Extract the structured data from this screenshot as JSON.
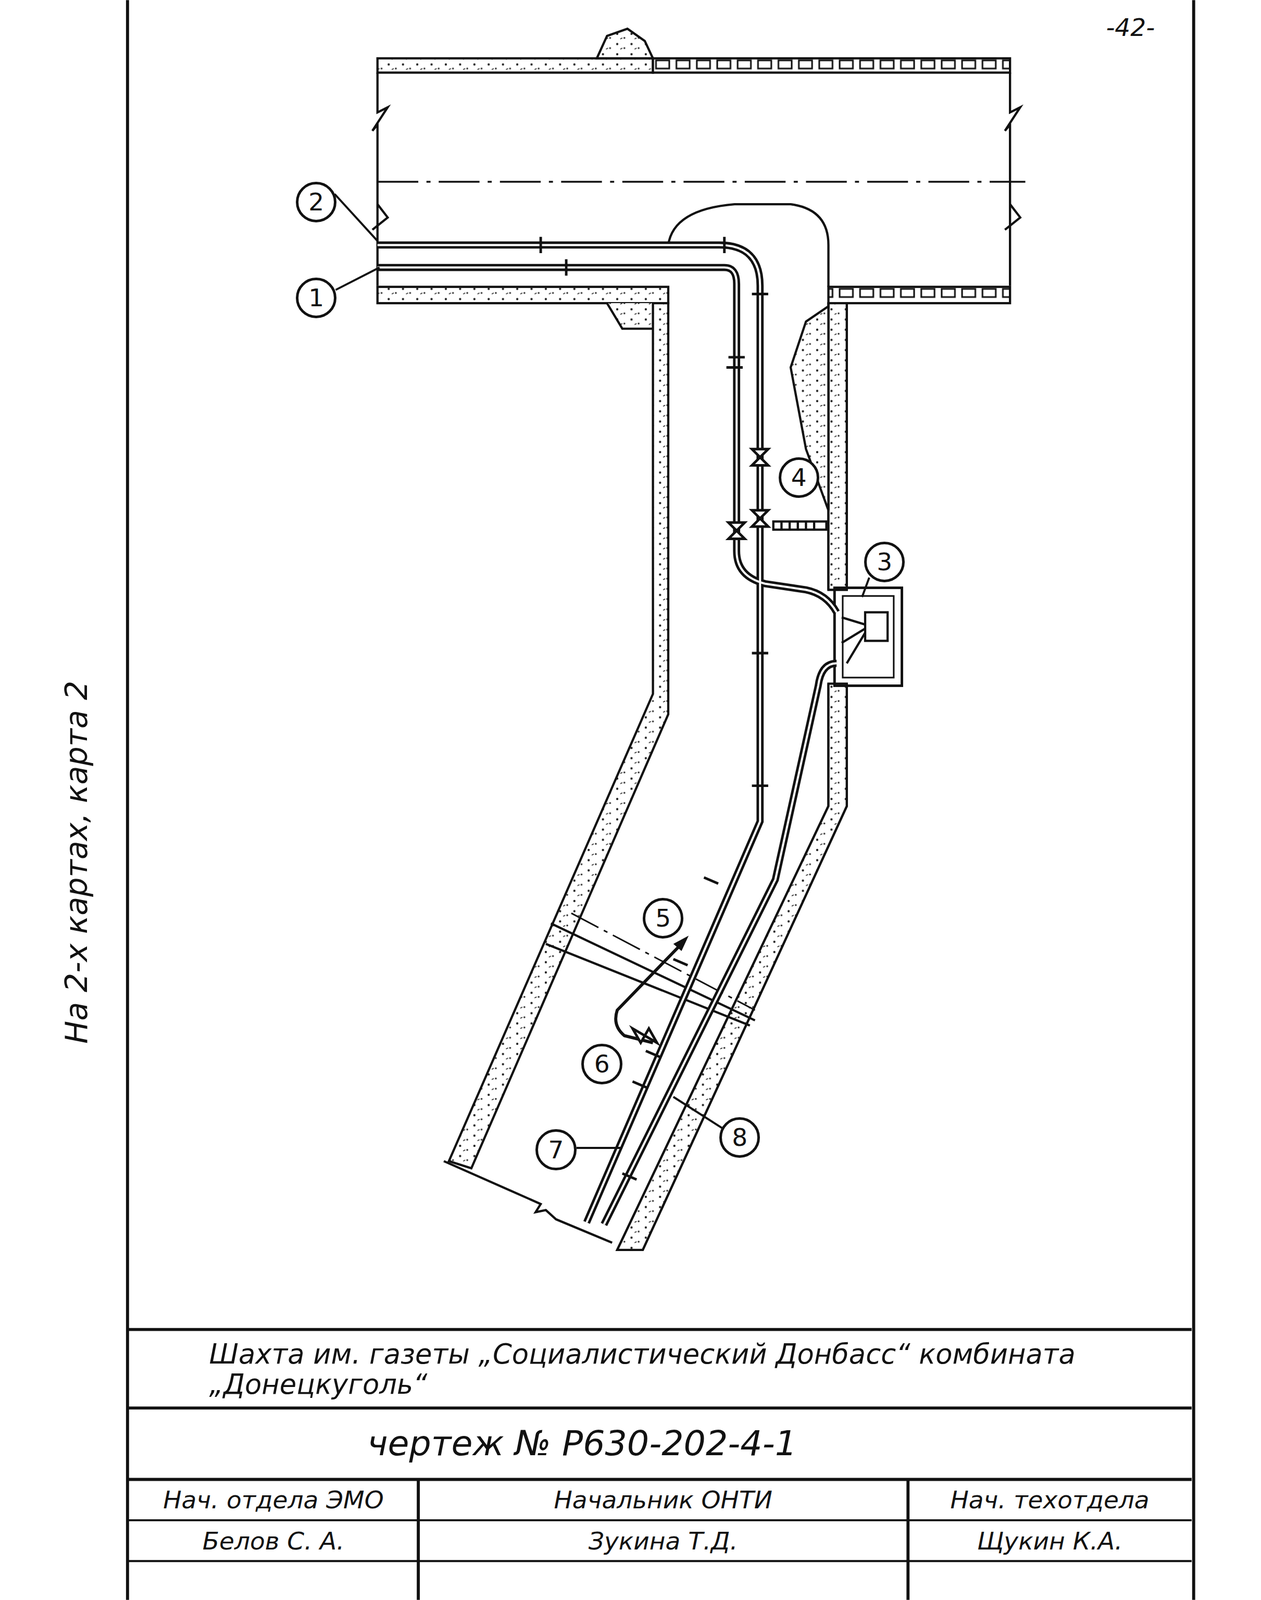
{
  "diagram": {
    "nodes": [
      {
        "text": [
          "Шахта им. газеты „Социалистический Донбасс“ комбината „Донецкуголь“"
        ]
      },
      {
        "text": [
          "чертеж № Р630-202-4-1"
        ]
      },
      {
        "text": [
          "Нач. отдела ЭМО"
        ]
      },
      {
        "text": [
          "Начальник ОНТИ"
        ]
      },
      {
        "text": [
          "Нач. техотдела"
        ]
      },
      {
        "text": [
          "Белов С. А."
        ]
      },
      {
        "text": [
          "Зукина Т.Д."
        ]
      },
      {
        "text": [
          "Щукин К.А."
        ]
      },
      {
        "text": [
          "2"
        ]
      },
      {
        "text": [
          "1"
        ]
      },
      {
        "text": [
          "4"
        ]
      },
      {
        "text": [
          "3"
        ]
      },
      {
        "text": [
          "5"
        ]
      },
      {
        "text": [
          "6"
        ]
      },
      {
        "text": [
          "8"
        ]
      },
      {
        "text": [
          "7"
        ]
      }
    ],
    "labels": [
      "-42-",
      "На 2-х картах, карта 2"
    ]
  }
}
